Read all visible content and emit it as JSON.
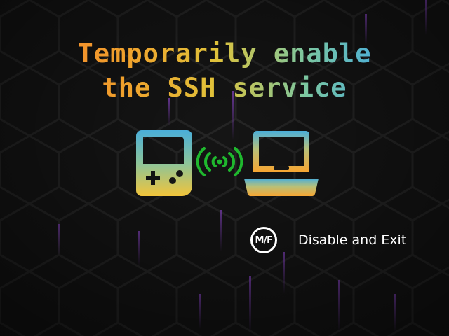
{
  "title": {
    "line1": "Temporarily enable",
    "line2": "the SSH service"
  },
  "illustration": {
    "device_icon": "handheld-console-icon",
    "connection_icon": "wireless-signal-icon",
    "target_icon": "laptop-icon"
  },
  "action": {
    "button_icon": "mf-button-icon",
    "button_text": "M/F",
    "label": "Disable and Exit"
  },
  "colors": {
    "background": "#141414",
    "hex_glow": "#7a3fb0",
    "gradient_start": "#f47a2a",
    "gradient_mid": "#e0c23a",
    "gradient_end": "#3a9ee0",
    "signal": "#1fb82e",
    "text": "#ffffff"
  }
}
